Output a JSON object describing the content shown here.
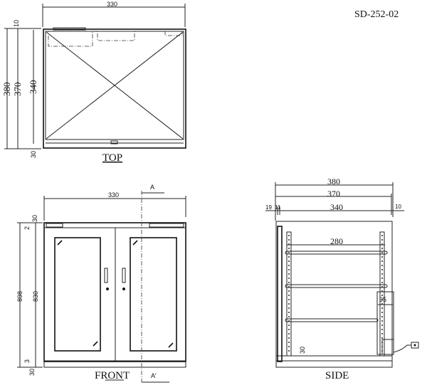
{
  "drawing_id": "SD-252-02",
  "top": {
    "label": "TOP",
    "width": "330",
    "depth_outer": "380",
    "depth_mid": "370",
    "depth_inner": "340",
    "top_gap": "10",
    "bottom_gap": "30"
  },
  "front": {
    "label": "FRONT",
    "width": "330",
    "height_total": "898",
    "height_body": "830",
    "top_band": "30",
    "top_gap": "2",
    "bottom_gap": "3",
    "base": "30",
    "section_a": "A",
    "section_a2": "A′"
  },
  "side": {
    "label": "SIDE",
    "d380": "380",
    "d370": "370",
    "d340": "340",
    "left_19": "19",
    "left_11": "11",
    "right_10": "10",
    "shelf": "280",
    "box": "95",
    "base": "30"
  }
}
